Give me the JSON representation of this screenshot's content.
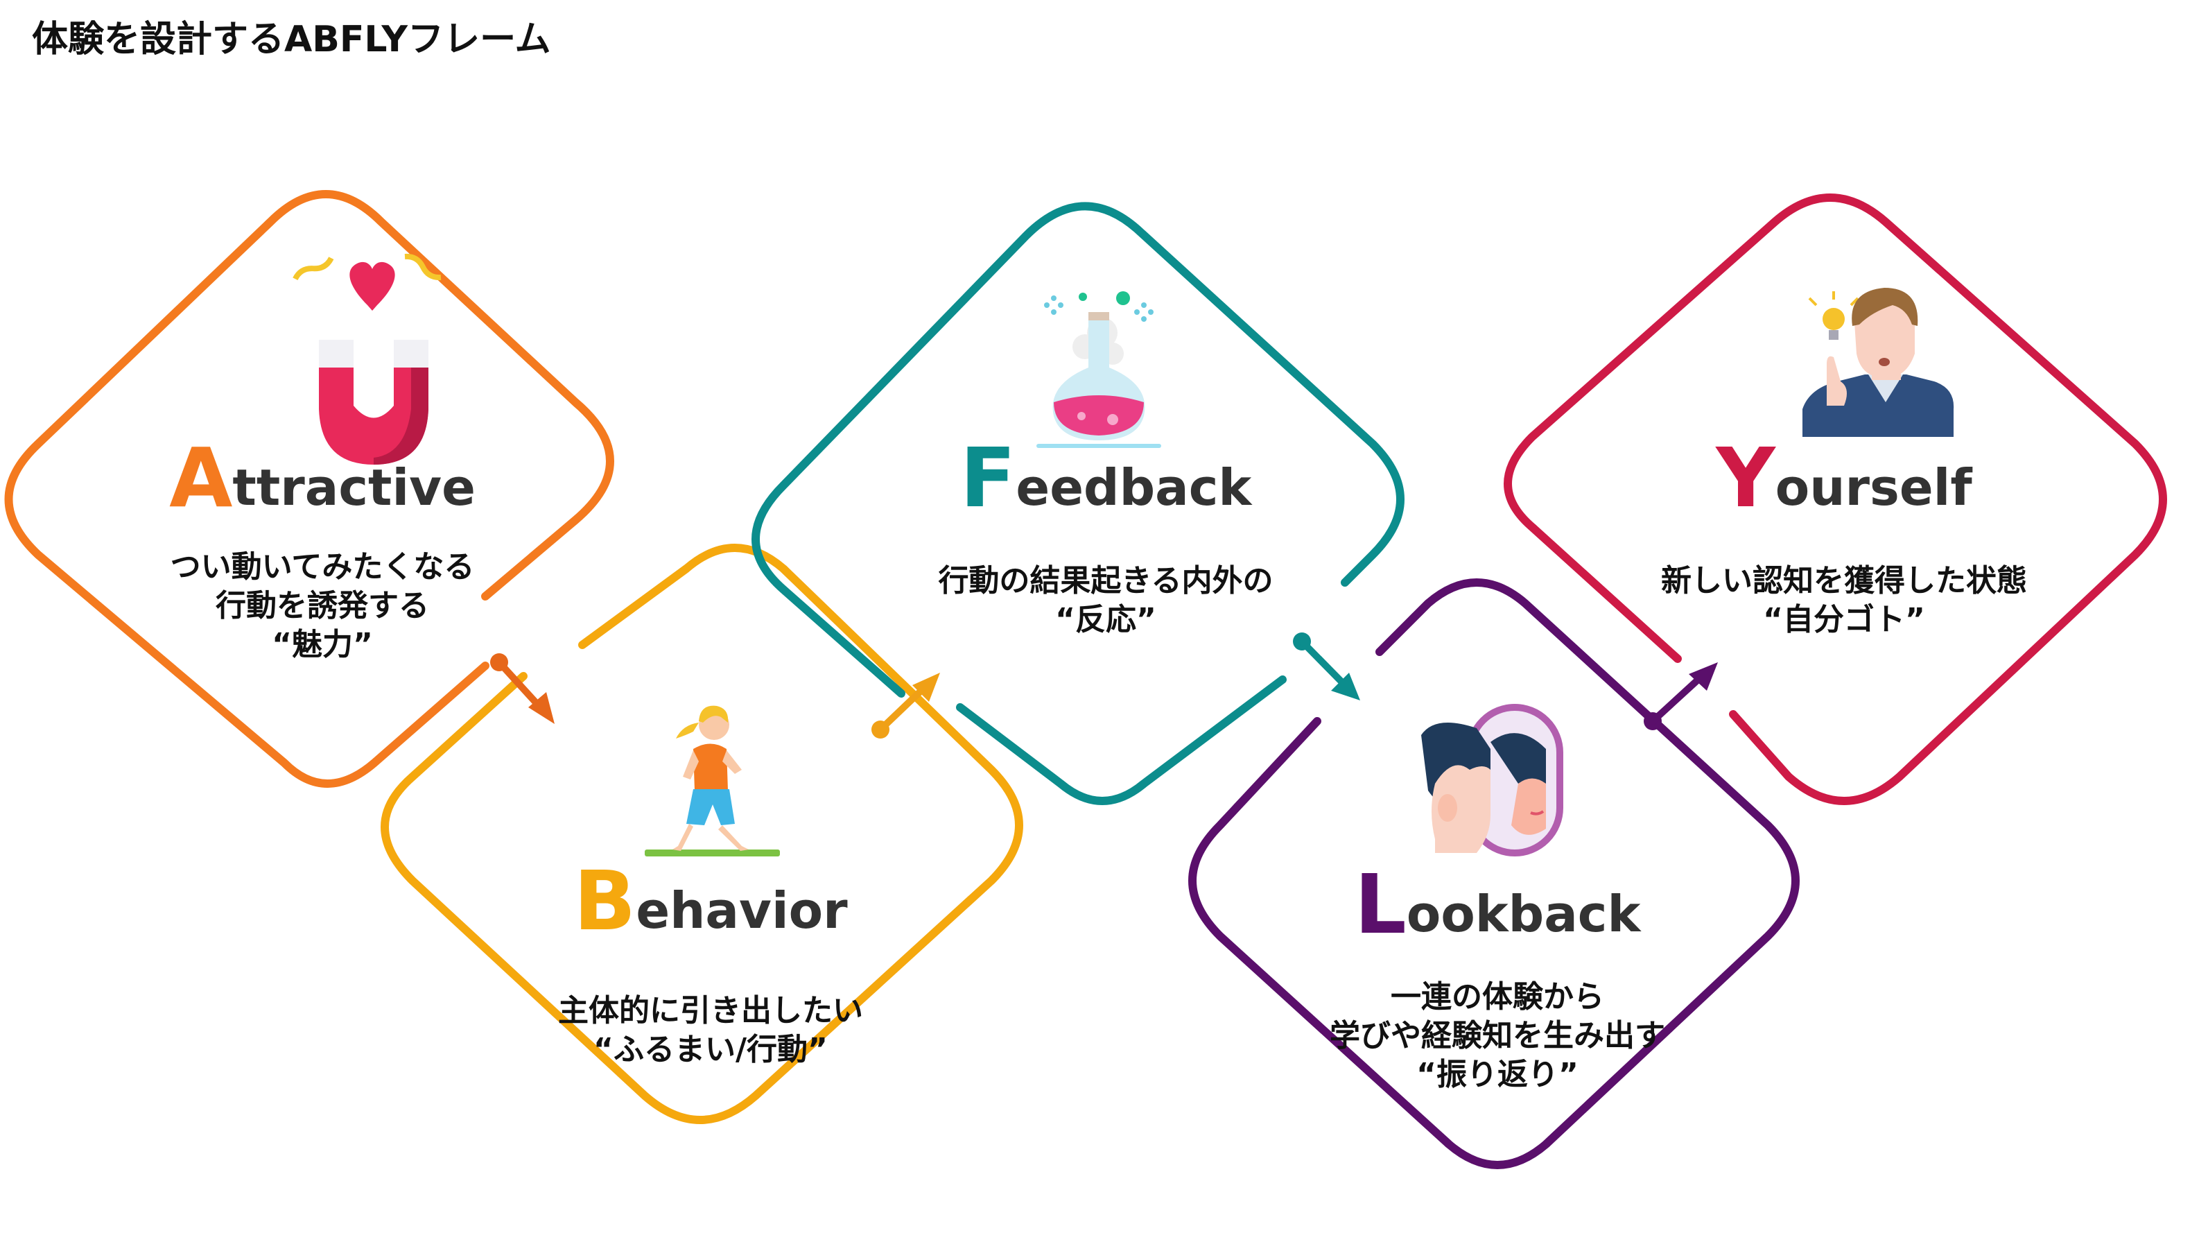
{
  "title": "体験を設計するABFLYフレーム",
  "stages": [
    {
      "key": "attractive",
      "initial": "A",
      "rest": "ttractive",
      "color": "#F47A1F",
      "icon": "magnet-heart-icon",
      "lines": [
        "つい動いてみたくなる",
        "行動を誘発する",
        "“魅力”"
      ]
    },
    {
      "key": "behavior",
      "initial": "B",
      "rest": "ehavior",
      "color": "#F5A80E",
      "icon": "running-girl-icon",
      "lines": [
        "主体的に引き出したい",
        "“ふるまい/行動”"
      ]
    },
    {
      "key": "feedback",
      "initial": "F",
      "rest": "eedback",
      "color": "#0C8D8D",
      "icon": "reaction-flask-icon",
      "lines": [
        "行動の結果起きる内外の",
        "“反応”"
      ]
    },
    {
      "key": "lookback",
      "initial": "L",
      "rest": "ookback",
      "color": "#5A0F6B",
      "icon": "mirror-reflection-icon",
      "lines": [
        "一連の体験から",
        "学びや経験知を生み出す",
        "“振り返り”"
      ]
    },
    {
      "key": "yourself",
      "initial": "Y",
      "rest": "ourself",
      "color": "#CE1A46",
      "icon": "idea-man-icon",
      "lines": [
        "新しい認知を獲得した状態",
        "“自分ゴト”"
      ]
    }
  ]
}
